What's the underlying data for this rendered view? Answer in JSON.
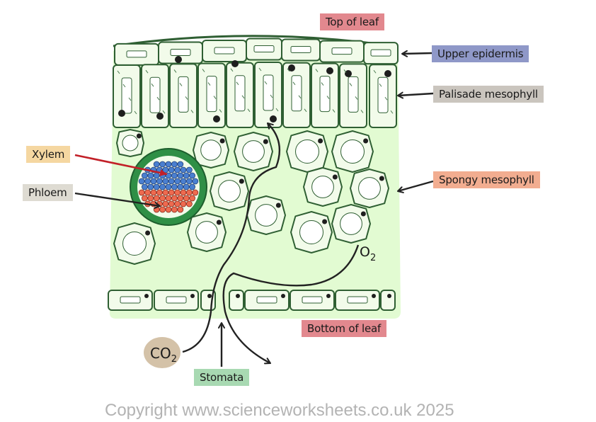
{
  "labels": {
    "top_of_leaf": "Top of leaf",
    "upper_epidermis": "Upper epidermis",
    "palisade_mesophyll": "Palisade mesophyll",
    "spongy_mesophyll": "Spongy mesophyll",
    "xylem": "Xylem",
    "phloem": "Phloem",
    "bottom_of_leaf": "Bottom of leaf",
    "stomata": "Stomata",
    "co2": {
      "base": "CO",
      "sub": "2"
    },
    "o2": {
      "base": "O",
      "sub": "2"
    }
  },
  "copyright": "Copyright www.scienceworksheets.co.uk 2025",
  "colors": {
    "leaf_fill": "#e2fbd2",
    "cell_fill": "#f2fbea",
    "cell_stroke": "#2f5f33",
    "top_of_leaf": "#e2888e",
    "upper_epidermis": "#8f98c8",
    "palisade_mesophyll": "#cac5be",
    "spongy_mesophyll": "#f2ad90",
    "xylem_label": "#f5d7a1",
    "phloem_label": "#dedbd2",
    "bottom_of_leaf": "#e2888e",
    "stomata": "#a8d9b2",
    "co2_bubble": "#d4c2a8",
    "xylem_vessels": "#4a7fd0",
    "phloem_vessels": "#ee6a4f",
    "bundle_ring": "#2f8f46",
    "xylem_arrow": "#c22028"
  }
}
